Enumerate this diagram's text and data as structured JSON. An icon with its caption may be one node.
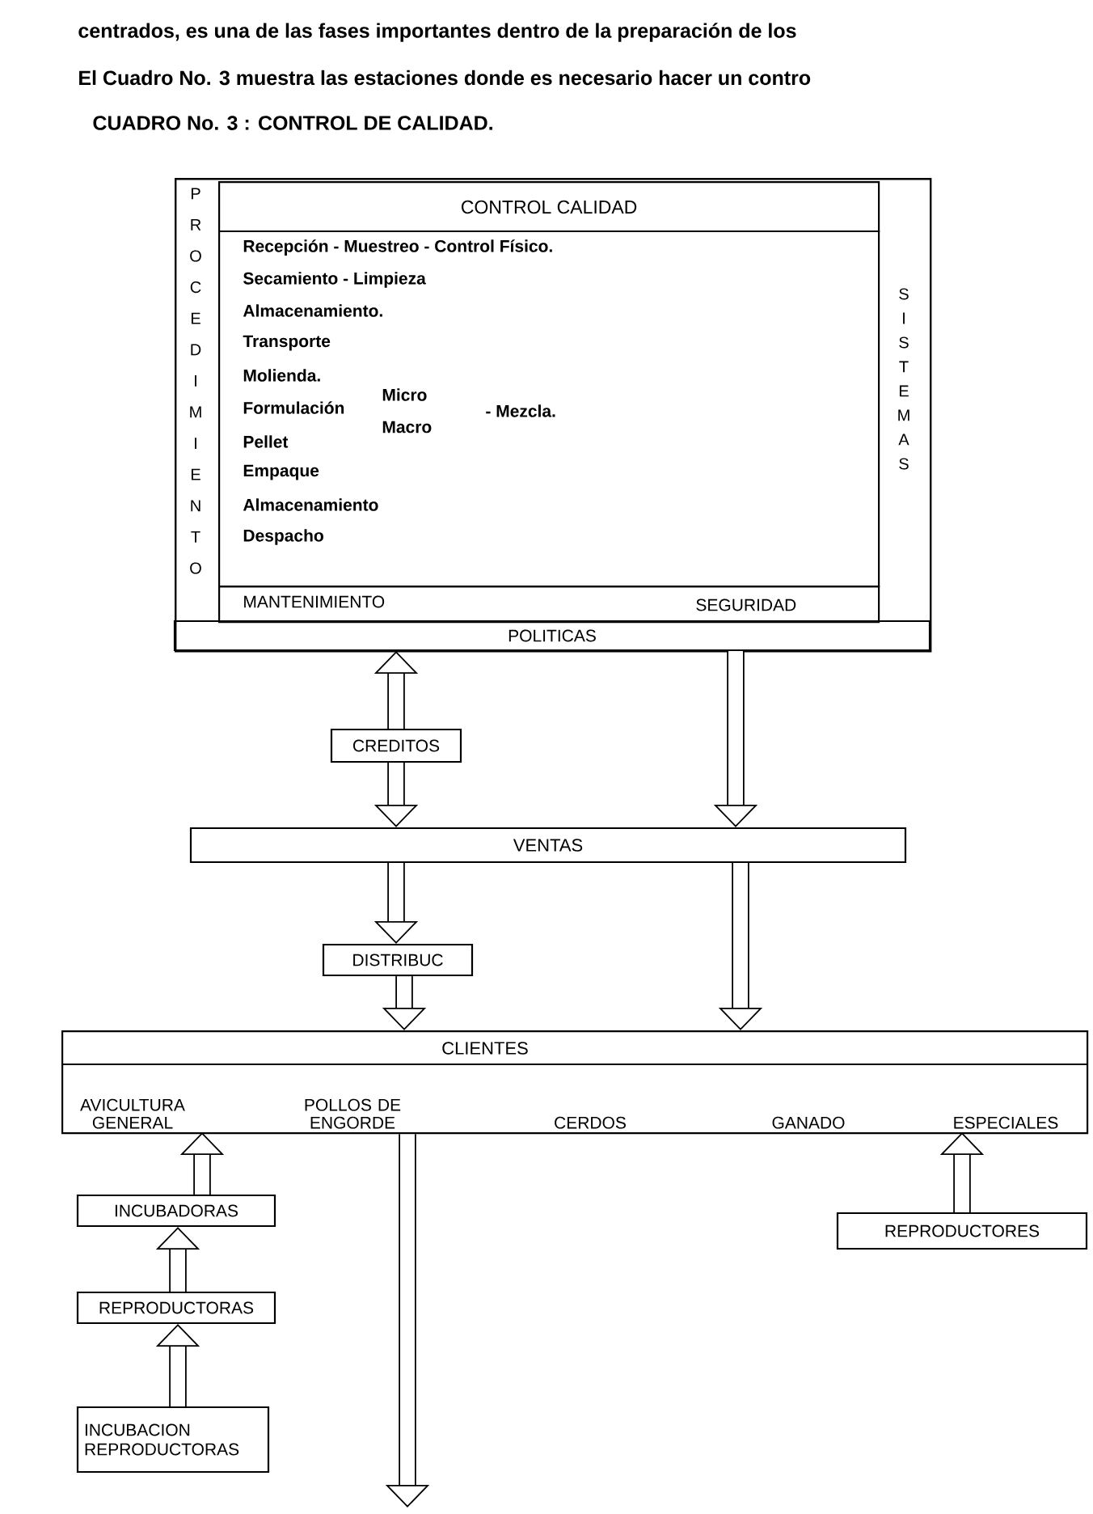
{
  "diagram": {
    "title": "CUADRO No. 3 : CONTROL DE CALIDAD.",
    "nodes": [
      {
        "text": [
          "PROCEDIMIENTO",
          "SISTEMAS"
        ]
      },
      {
        "text": [
          "CONTROL CALIDAD",
          "Recepción - Muestreo - Control Físico.",
          "Secamiento - Limpieza",
          "Almacenamiento.",
          "Transporte",
          "Molienda.",
          "Formulación",
          "Micro",
          "Macro",
          "- Mezcla.",
          "Pellet",
          "Empaque",
          "Almacenamiento",
          "Despacho"
        ],
        "in": 0
      },
      {
        "text": [
          "MANTENIMIENTO",
          "SEGURIDAD"
        ],
        "in": 0
      },
      {
        "text": [
          "POLITICAS"
        ],
        "in": 0
      },
      {
        "text": [
          "CREDITOS"
        ]
      },
      {
        "text": [
          "VENTAS"
        ]
      },
      {
        "text": [
          "DISTRIBUC"
        ]
      },
      {
        "text": [
          "CLIENTES"
        ]
      },
      {
        "text": [
          "AVICULTURA GENERAL"
        ],
        "in": 7
      },
      {
        "text": [
          "POLLOS DE ENGORDE"
        ],
        "in": 7
      },
      {
        "text": [
          "CERDOS"
        ],
        "in": 7
      },
      {
        "text": [
          "GANADO"
        ],
        "in": 7
      },
      {
        "text": [
          "ESPECIALES"
        ],
        "in": 7
      },
      {
        "text": [
          "INCUBADORAS"
        ]
      },
      {
        "text": [
          "REPRODUCTORAS"
        ]
      },
      {
        "text": [
          "INCUBACION REPRODUCTORAS"
        ]
      },
      {
        "text": [
          "REPRODUCTORES"
        ]
      }
    ],
    "edges": [
      {
        "from": 4,
        "to": 3,
        "arrow": "to"
      },
      {
        "from": 4,
        "to": 5,
        "arrow": "to"
      },
      {
        "from": 3,
        "to": 5,
        "arrow": "to"
      },
      {
        "from": 5,
        "to": 6,
        "arrow": "to"
      },
      {
        "from": 6,
        "to": 7,
        "arrow": "to"
      },
      {
        "from": 5,
        "to": 7,
        "arrow": "to"
      },
      {
        "from": 7,
        "to": null,
        "arrow": "to"
      },
      {
        "from": 13,
        "to": 8,
        "arrow": "to"
      },
      {
        "from": 14,
        "to": 13,
        "arrow": "to"
      },
      {
        "from": 15,
        "to": 14,
        "arrow": "to"
      },
      {
        "from": 16,
        "to": 12,
        "arrow": "to"
      }
    ],
    "labels": [
      "centrados, es una de las fases importantes dentro de la preparación de los",
      "El Cuadro No. 3 muestra las estaciones donde es necesario hacer un contro"
    ]
  }
}
